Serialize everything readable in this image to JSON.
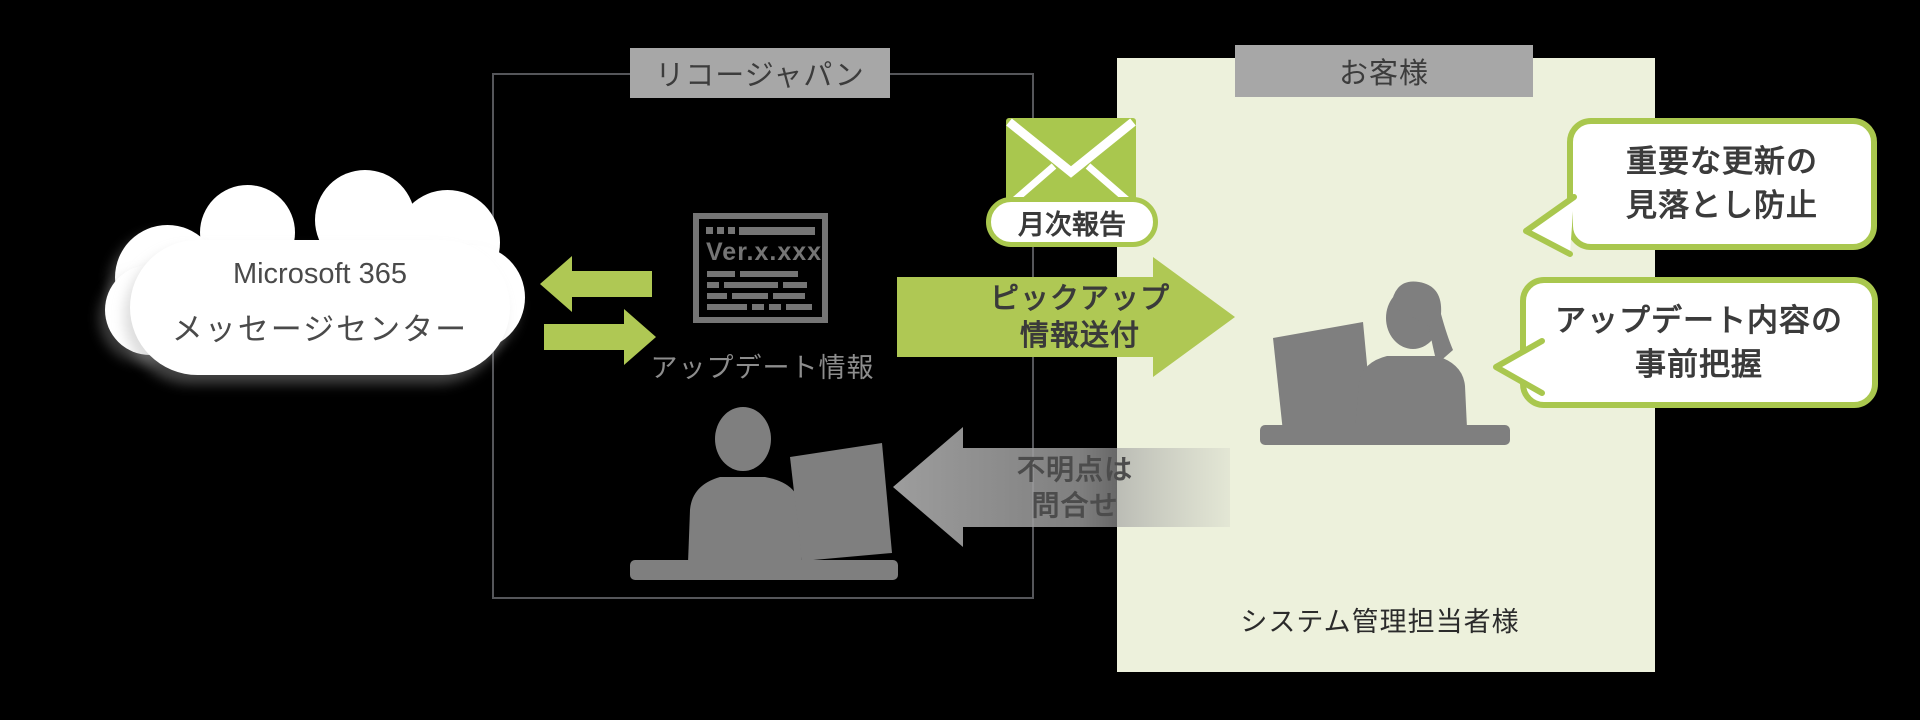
{
  "cloud": {
    "line1": "Microsoft 365",
    "line2": "メッセージセンター"
  },
  "ricoh_section": {
    "label": "リコージャパン",
    "document": {
      "version": "Ver.x.xxx",
      "caption": "アップデート情報"
    }
  },
  "customer_section": {
    "label": "お客様",
    "role": "システム管理担当者様",
    "benefit_bubbles": [
      {
        "line1": "重要な更新の",
        "line2": "見落とし防止"
      },
      {
        "line1": "アップデート内容の",
        "line2": "事前把握"
      }
    ]
  },
  "flows": {
    "monthly_report_badge": "月次報告",
    "pickup": {
      "line1": "ピックアップ",
      "line2": "情報送付"
    },
    "inquiry": {
      "line1": "不明点は",
      "line2": "問合せ"
    }
  },
  "colors": {
    "arrow_green": "#afc854",
    "border_green": "#a9c74e",
    "panel_light_green": "#edf1dc",
    "label_gray": "#a7a7a7",
    "silhouette_gray": "#7f7f7f",
    "icon_gray": "#757575",
    "inquiry_arrow_gray": "#9a9a9a"
  }
}
